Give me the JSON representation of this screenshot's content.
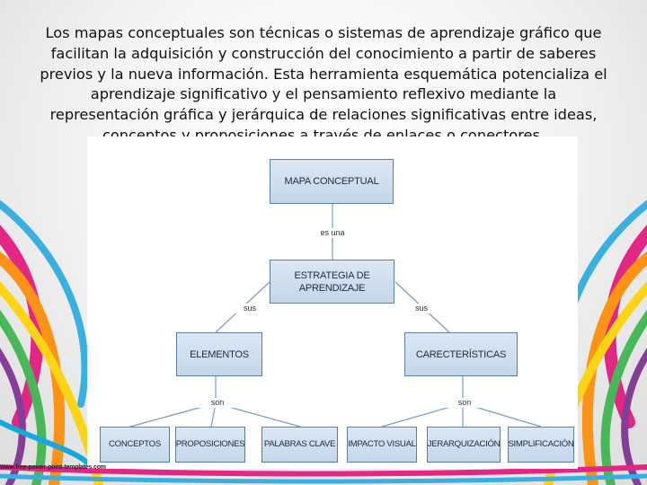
{
  "intro_text": "Los mapas conceptuales son técnicas o sistemas de aprendizaje gráfico que facilitan la adquisición y construcción del conocimiento a partir de saberes previos y la nueva información. Esta herramienta esquemática potencializa el aprendizaje significativo y el pensamiento reflexivo mediante la representación gráfica y jerárquica de relaciones significativas entre ideas, conceptos y proposiciones a través de enlaces o conectores.",
  "diagram": {
    "root": "MAPA CONCEPTUAL",
    "level1": "ESTRATEGIA DE APRENDIZAJE",
    "left_branch": "ELEMENTOS",
    "right_branch": "CARECTERÍSTICAS",
    "left_leaves": [
      "CONCEPTOS",
      "PROPOSICIONES",
      "PALABRAS CLAVE"
    ],
    "right_leaves": [
      "IMPACTO VISUAL",
      "JERARQUIZACIÓN",
      "SIMPLIFICACIÓN"
    ],
    "links": {
      "es_una": "es una",
      "sus_left": "sus",
      "sus_right": "sus",
      "son_left": "son",
      "son_right": "son"
    },
    "node_color": "#cddcee",
    "border_color": "#5b7ea6"
  },
  "footer_text": "www.free-power-point-templates.com"
}
